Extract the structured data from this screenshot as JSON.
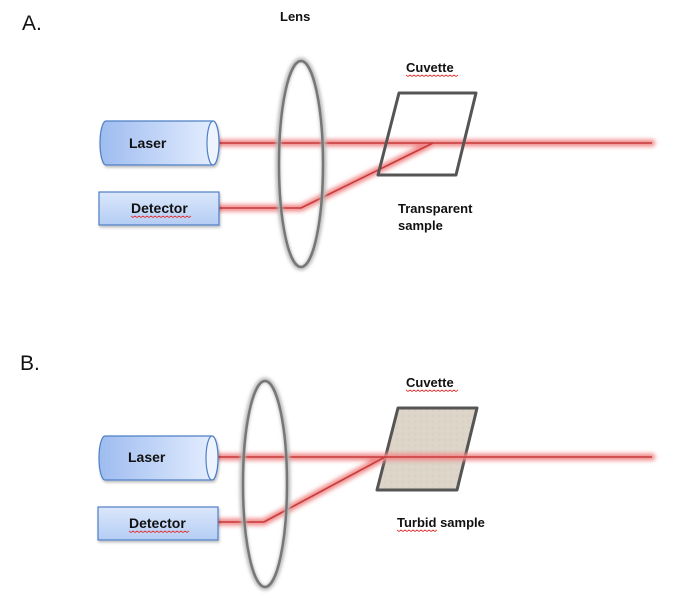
{
  "panels": [
    {
      "id": "A",
      "label": "A.",
      "lens_label": "Lens",
      "laser_label": "Laser",
      "detector_label": "Detector",
      "cuvette_label": "Cuvette",
      "sample_label_line1": "Transparent",
      "sample_label_line2": "sample",
      "sample_type": "transparent"
    },
    {
      "id": "B",
      "label": "B.",
      "laser_label": "Laser",
      "detector_label": "Detector",
      "cuvette_label": "Cuvette",
      "sample_label_line1": "Turbid sample",
      "sample_type": "turbid"
    }
  ],
  "colors": {
    "beam": "#d94040",
    "beam_glow": "#f4a0a0",
    "lens": "#777777",
    "cuvette_border": "#555555",
    "turbid_fill": "#ddd5c8",
    "device_fill_dark": "#9ebcf0",
    "device_fill_light": "#e6efff",
    "device_border": "#4f7fc4"
  }
}
